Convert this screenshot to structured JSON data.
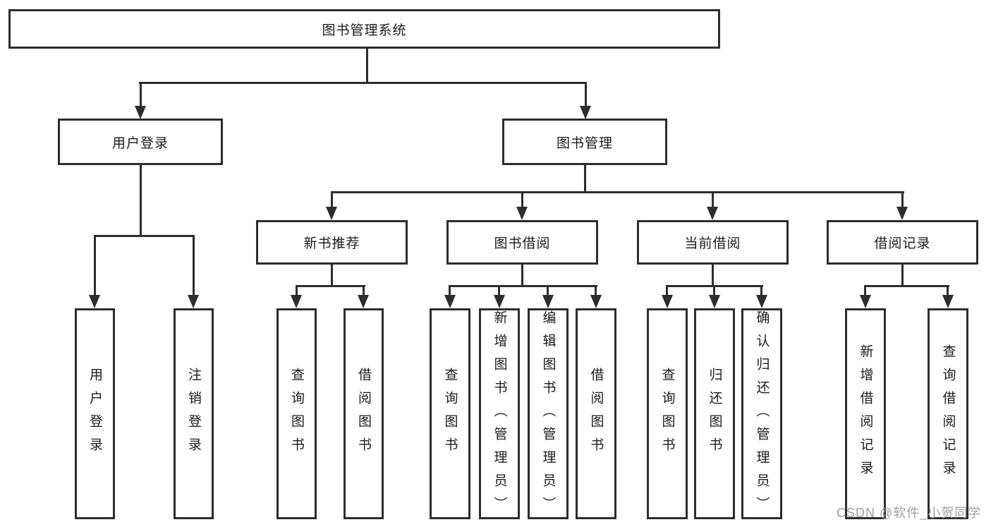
{
  "diagram": {
    "root": {
      "label": "图书管理系统"
    },
    "level2": [
      {
        "label": "用户登录"
      },
      {
        "label": "图书管理"
      }
    ],
    "level3": [
      {
        "label": "新书推荐"
      },
      {
        "label": "图书借阅"
      },
      {
        "label": "当前借阅"
      },
      {
        "label": "借阅记录"
      }
    ],
    "leaf_groups": [
      [
        "用户登录",
        "注销登录"
      ],
      [
        "查询图书",
        "借阅图书"
      ],
      [
        "查询图书",
        "新增图书（管理员）",
        "编辑图书（管理员）",
        "借阅图书"
      ],
      [
        "查询图书",
        "归还图书",
        "确认归还（管理员）"
      ],
      [
        "新增借阅记录",
        "查询借阅记录"
      ]
    ],
    "colors": {
      "line": "#2d2d2d",
      "text": "#1b1b1b",
      "background": "#ffffff",
      "watermark": "#9e9e9e"
    }
  },
  "watermark": {
    "text": "CSDN @软件_小贺同学"
  }
}
